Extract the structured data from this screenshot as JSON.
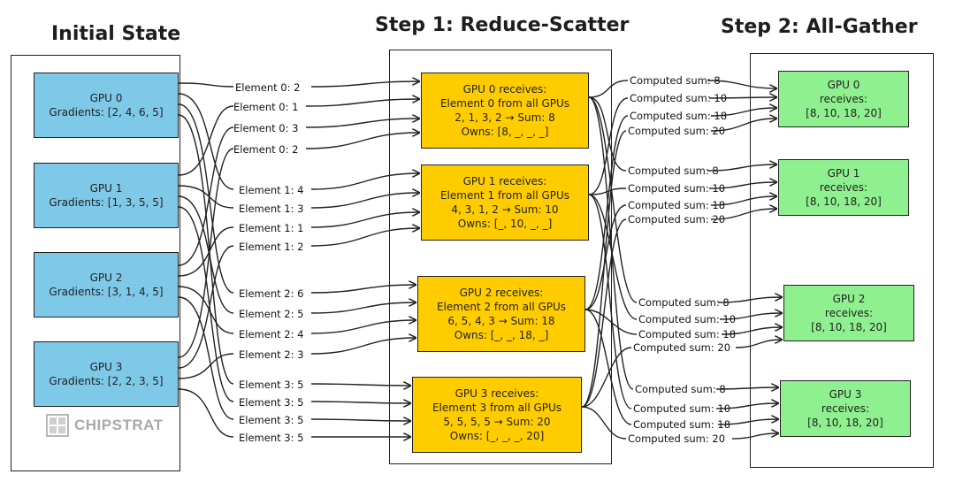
{
  "titles": {
    "initial": "Initial State",
    "step1": "Step 1: Reduce-Scatter",
    "step2": "Step 2: All-Gather"
  },
  "initial": [
    {
      "name": "GPU 0",
      "gradients": "Gradients: [2, 4, 6, 5]"
    },
    {
      "name": "GPU 1",
      "gradients": "Gradients: [1, 3, 5, 5]"
    },
    {
      "name": "GPU 2",
      "gradients": "Gradients: [3, 1, 4, 5]"
    },
    {
      "name": "GPU 3",
      "gradients": "Gradients: [2, 2, 3, 5]"
    }
  ],
  "reduce_scatter": [
    {
      "line1": "GPU 0 receives:",
      "line2": "Element 0 from all GPUs",
      "line3": "2, 1, 3, 2 → Sum: 8",
      "line4": "Owns: [8, _, _, _]"
    },
    {
      "line1": "GPU 1 receives:",
      "line2": "Element 1 from all GPUs",
      "line3": "4, 3, 1, 2 → Sum: 10",
      "line4": "Owns: [_, 10, _, _]"
    },
    {
      "line1": "GPU 2 receives:",
      "line2": "Element 2 from all GPUs",
      "line3": "6, 5, 4, 3 → Sum: 18",
      "line4": "Owns: [_, _, 18, _]"
    },
    {
      "line1": "GPU 3 receives:",
      "line2": "Element 3 from all GPUs",
      "line3": "5, 5, 5, 5 → Sum: 20",
      "line4": "Owns: [_, _, _, 20]"
    }
  ],
  "element_labels": [
    [
      "Element 0: 2",
      "Element 0: 1",
      "Element 0: 3",
      "Element 0: 2"
    ],
    [
      "Element 1: 4",
      "Element 1: 3",
      "Element 1: 1",
      "Element 1: 2"
    ],
    [
      "Element 2: 6",
      "Element 2: 5",
      "Element 2: 4",
      "Element 2: 3"
    ],
    [
      "Element 3: 5",
      "Element 3: 5",
      "Element 3: 5",
      "Element 3: 5"
    ]
  ],
  "computed_labels": [
    [
      "Computed sum: 8",
      "Computed sum: 10",
      "Computed sum: 18",
      "Computed sum: 20"
    ],
    [
      "Computed sum: 8",
      "Computed sum: 10",
      "Computed sum: 18",
      "Computed sum: 20"
    ],
    [
      "Computed sum: 8",
      "Computed sum: 10",
      "Computed sum: 18",
      "Computed sum: 20"
    ],
    [
      "Computed sum: 8",
      "Computed sum: 10",
      "Computed sum: 18",
      "Computed sum: 20"
    ]
  ],
  "all_gather": [
    {
      "name": "GPU 0",
      "line2": "receives:",
      "values": "[8, 10, 18, 20]"
    },
    {
      "name": "GPU 1",
      "line2": "receives:",
      "values": "[8, 10, 18, 20]"
    },
    {
      "name": "GPU 2",
      "line2": "receives:",
      "values": "[8, 10, 18, 20]"
    },
    {
      "name": "GPU 3",
      "line2": "receives:",
      "values": "[8, 10, 18, 20]"
    }
  ],
  "logo": {
    "text": "CHIPSTRAT"
  }
}
